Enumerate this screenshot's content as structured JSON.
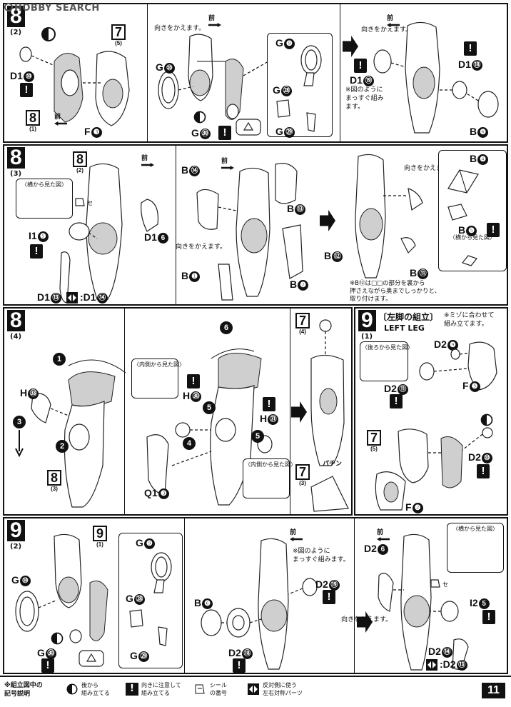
{
  "watermark": "HOBBY SEARCH",
  "panels": {
    "p1": {
      "step": "8",
      "sub": "(2)",
      "ref_a": {
        "num": "7",
        "sub": "(5)"
      },
      "ref_b": {
        "num": "8",
        "sub": "(1)"
      },
      "front": "前",
      "parts": {
        "d1_10": "D1",
        "d1_10_n": "⑩",
        "f3": "F",
        "f3_n": "❸",
        "g10": "G",
        "g10_n": "⑩",
        "g30": "G",
        "g30_n": "㉚",
        "g9": "G",
        "g9_n": "❾",
        "g28": "G",
        "g28_n": "㉘",
        "g29": "G",
        "g29_n": "㉙",
        "d1_19": "D1",
        "d1_19_n": "⑲",
        "d1_18": "D1",
        "d1_18_n": "⑱",
        "b6": "B",
        "b6_n": "❻"
      },
      "note_turn": "向きをかえます。",
      "note_straight": "※図のように\nまっすぐ組み\nます。"
    },
    "p2": {
      "step": "8",
      "sub": "(3)",
      "ref": {
        "num": "8",
        "sub": "(2)"
      },
      "front": "前",
      "sideview": "〈横から見た図〉",
      "sideview2": "〈横から見た図〉",
      "note_turn": "向きをかえます。",
      "note_turn2": "向きをかえます。",
      "parts": {
        "i15": "I1",
        "i15_n": "❺",
        "d16": "D1",
        "d16_n": "6",
        "d113": "D1",
        "d113_n": "⑬",
        "d114": ":D1",
        "d114_n": "⑭",
        "b14": "B",
        "b14_n": "⑭",
        "b13": "B",
        "b13_n": "⑬",
        "b1": "B",
        "b1_n": "❶",
        "b2": "B",
        "b2_n": "❷",
        "b4": "B",
        "b4_n": "❹",
        "b5": "B",
        "b5_n": "❺",
        "b12": "B",
        "b12_n": "⑫",
        "b11": "B",
        "b11_n": "⑪"
      },
      "note_b12": "※B⑫は□□の部分を裏から\n押さえながら奥までしっかりと、\n取り付けます。"
    },
    "p3": {
      "step": "8",
      "sub": "(4)",
      "ref_a": {
        "num": "8",
        "sub": "(3)"
      },
      "ref_b": {
        "num": "7",
        "sub": "(4)"
      },
      "ref_c": {
        "num": "7",
        "sub": "(3)"
      },
      "inner_view": "〈内側から見た図〉",
      "inner_view2": "〈内側から見た図〉",
      "click": "パチン",
      "parts": {
        "h33": "H",
        "h33_n": "㉝",
        "h30": "H",
        "h30_n": "㉚",
        "h31": "H",
        "h31_n": "㉛",
        "q13": "Q1",
        "q13_n": "❸"
      }
    },
    "p4": {
      "step": "9",
      "sub": "(1)",
      "title_jp": "〔左脚の組立〕",
      "title_en": "LEFT LEG",
      "note": "※ミゾに合わせて\n組み立てます。",
      "backview": "〈後ろから見た図〉",
      "ref": {
        "num": "7",
        "sub": "(5)"
      },
      "parts": {
        "d29": "D2",
        "d29_n": "❾",
        "d211": "D2",
        "d211_n": "⑪",
        "f5": "F",
        "f5_n": "❺",
        "d210": "D2",
        "d210_n": "⑩",
        "f2": "F",
        "f2_n": "❷"
      }
    },
    "p5": {
      "step": "9",
      "sub": "(2)",
      "ref": {
        "num": "9",
        "sub": "(1)"
      },
      "front": "前",
      "front2": "前",
      "note_straight": "※図のように\nまっすぐ組みます。",
      "note_turn": "向きをかえます。",
      "sideview": "〈横から見た図〉",
      "parts": {
        "g10": "G",
        "g10_n": "⑩",
        "g30": "G",
        "g30_n": "㉚",
        "g9": "G",
        "g9_n": "❾",
        "g28": "G",
        "g28_n": "㉘",
        "g29": "G",
        "g29_n": "㉙",
        "b6": "B",
        "b6_n": "❻",
        "d218": "D2",
        "d218_n": "⑱",
        "d219": "D2",
        "d219_n": "⑲",
        "d26": "D2",
        "d26_n": "6",
        "i25": "I2",
        "i25_n": "5",
        "d214": "D2",
        "d214_n": "⑭",
        "d213": ":D2",
        "d213_n": "⑬"
      }
    }
  },
  "legend": {
    "title": "※組立図中の\n記号説明",
    "items": [
      {
        "label": "後から\n組み立てる"
      },
      {
        "label": "向きに注意して\n組み立てる"
      },
      {
        "label": "シール\nの番号"
      },
      {
        "label": "反対側に使う\n左右対称パーツ"
      }
    ],
    "page_number": "11"
  }
}
